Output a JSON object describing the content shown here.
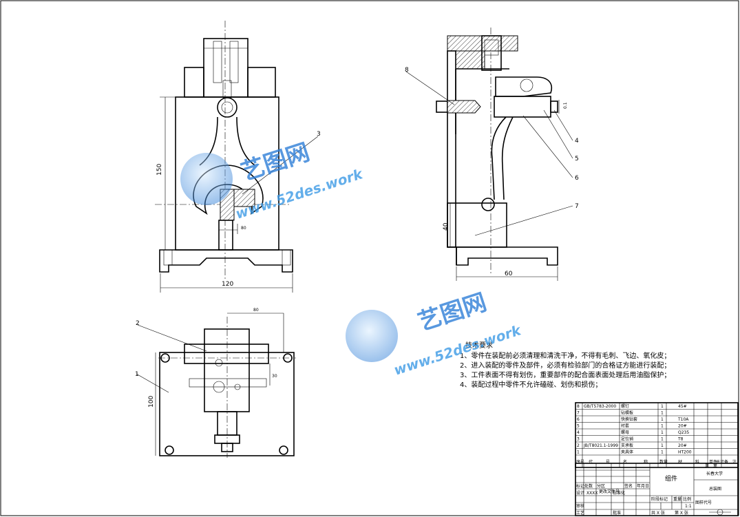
{
  "dimensions": {
    "front_width": "120",
    "front_height": "150",
    "side_width": "60",
    "side_height": "40",
    "top_height": "100",
    "front_inner": "80",
    "top_width": "80",
    "top_small": "30",
    "side_small": "0.1"
  },
  "callouts": {
    "front": [
      "3"
    ],
    "side": [
      "8",
      "4",
      "5",
      "6",
      "7"
    ],
    "top": [
      "2",
      "1"
    ]
  },
  "tech_notes": {
    "title": "技术要求",
    "lines": [
      "1、零件在装配前必须清理和清洗干净，不得有毛刺、飞边、氧化皮；",
      "2、进入装配的零件及部件，必须有检验部门的合格证方能进行装配；",
      "3、工件表面不得有划伤，重要部件的配合面表面处理后用油脂保护；",
      "4、装配过程中零件不允许磕碰、划伤和损伤；"
    ]
  },
  "bom": {
    "rows": [
      {
        "no": "8",
        "code": "GB/T5783-2000",
        "name": "螺钉",
        "qty": "1",
        "material": "45#"
      },
      {
        "no": "7",
        "code": "",
        "name": "钻模板",
        "qty": "1",
        "material": ""
      },
      {
        "no": "6",
        "code": "",
        "name": "快换钻套",
        "qty": "1",
        "material": "T10A"
      },
      {
        "no": "5",
        "code": "",
        "name": "衬套",
        "qty": "1",
        "material": "20#"
      },
      {
        "no": "4",
        "code": "",
        "name": "螺母",
        "qty": "1",
        "material": "Q235"
      },
      {
        "no": "3",
        "code": "",
        "name": "定位销",
        "qty": "1",
        "material": "T8"
      },
      {
        "no": "2",
        "code": "JB/T8021.1-1999",
        "name": "支承板",
        "qty": "1",
        "material": "20#"
      },
      {
        "no": "1",
        "code": "",
        "name": "夹具体",
        "qty": "1",
        "material": "HT200"
      }
    ],
    "header": [
      "序号",
      "代",
      "号",
      "名",
      "称",
      "数量",
      "材",
      "料",
      "单件",
      "总计",
      "备",
      "注"
    ],
    "header_weight": "重　量"
  },
  "title_block": {
    "group": "组件",
    "school": "长春大学",
    "drawing": "总装图",
    "scale_label": "比例",
    "scale": "1:1",
    "weight_label": "重量",
    "stage_label": "阶段标记",
    "mark_label": "标记",
    "count_label": "处数",
    "zone_label": "分区",
    "change_label": "更改文件号",
    "sign_label": "签名",
    "date_label": "年月日",
    "design_label": "设计",
    "design_name": "XXXX",
    "std_label": "标准化",
    "review_label": "审核",
    "process_label": "工艺",
    "approve_label": "批准",
    "sheet_total": "共 X 张",
    "sheet_no": "第 X 张",
    "drawing_code": "图样代号"
  },
  "watermark": {
    "brand": "艺图网",
    "url": "www.52des.work"
  },
  "colors": {
    "watermark": "#2f7fd8",
    "line": "#000000"
  }
}
